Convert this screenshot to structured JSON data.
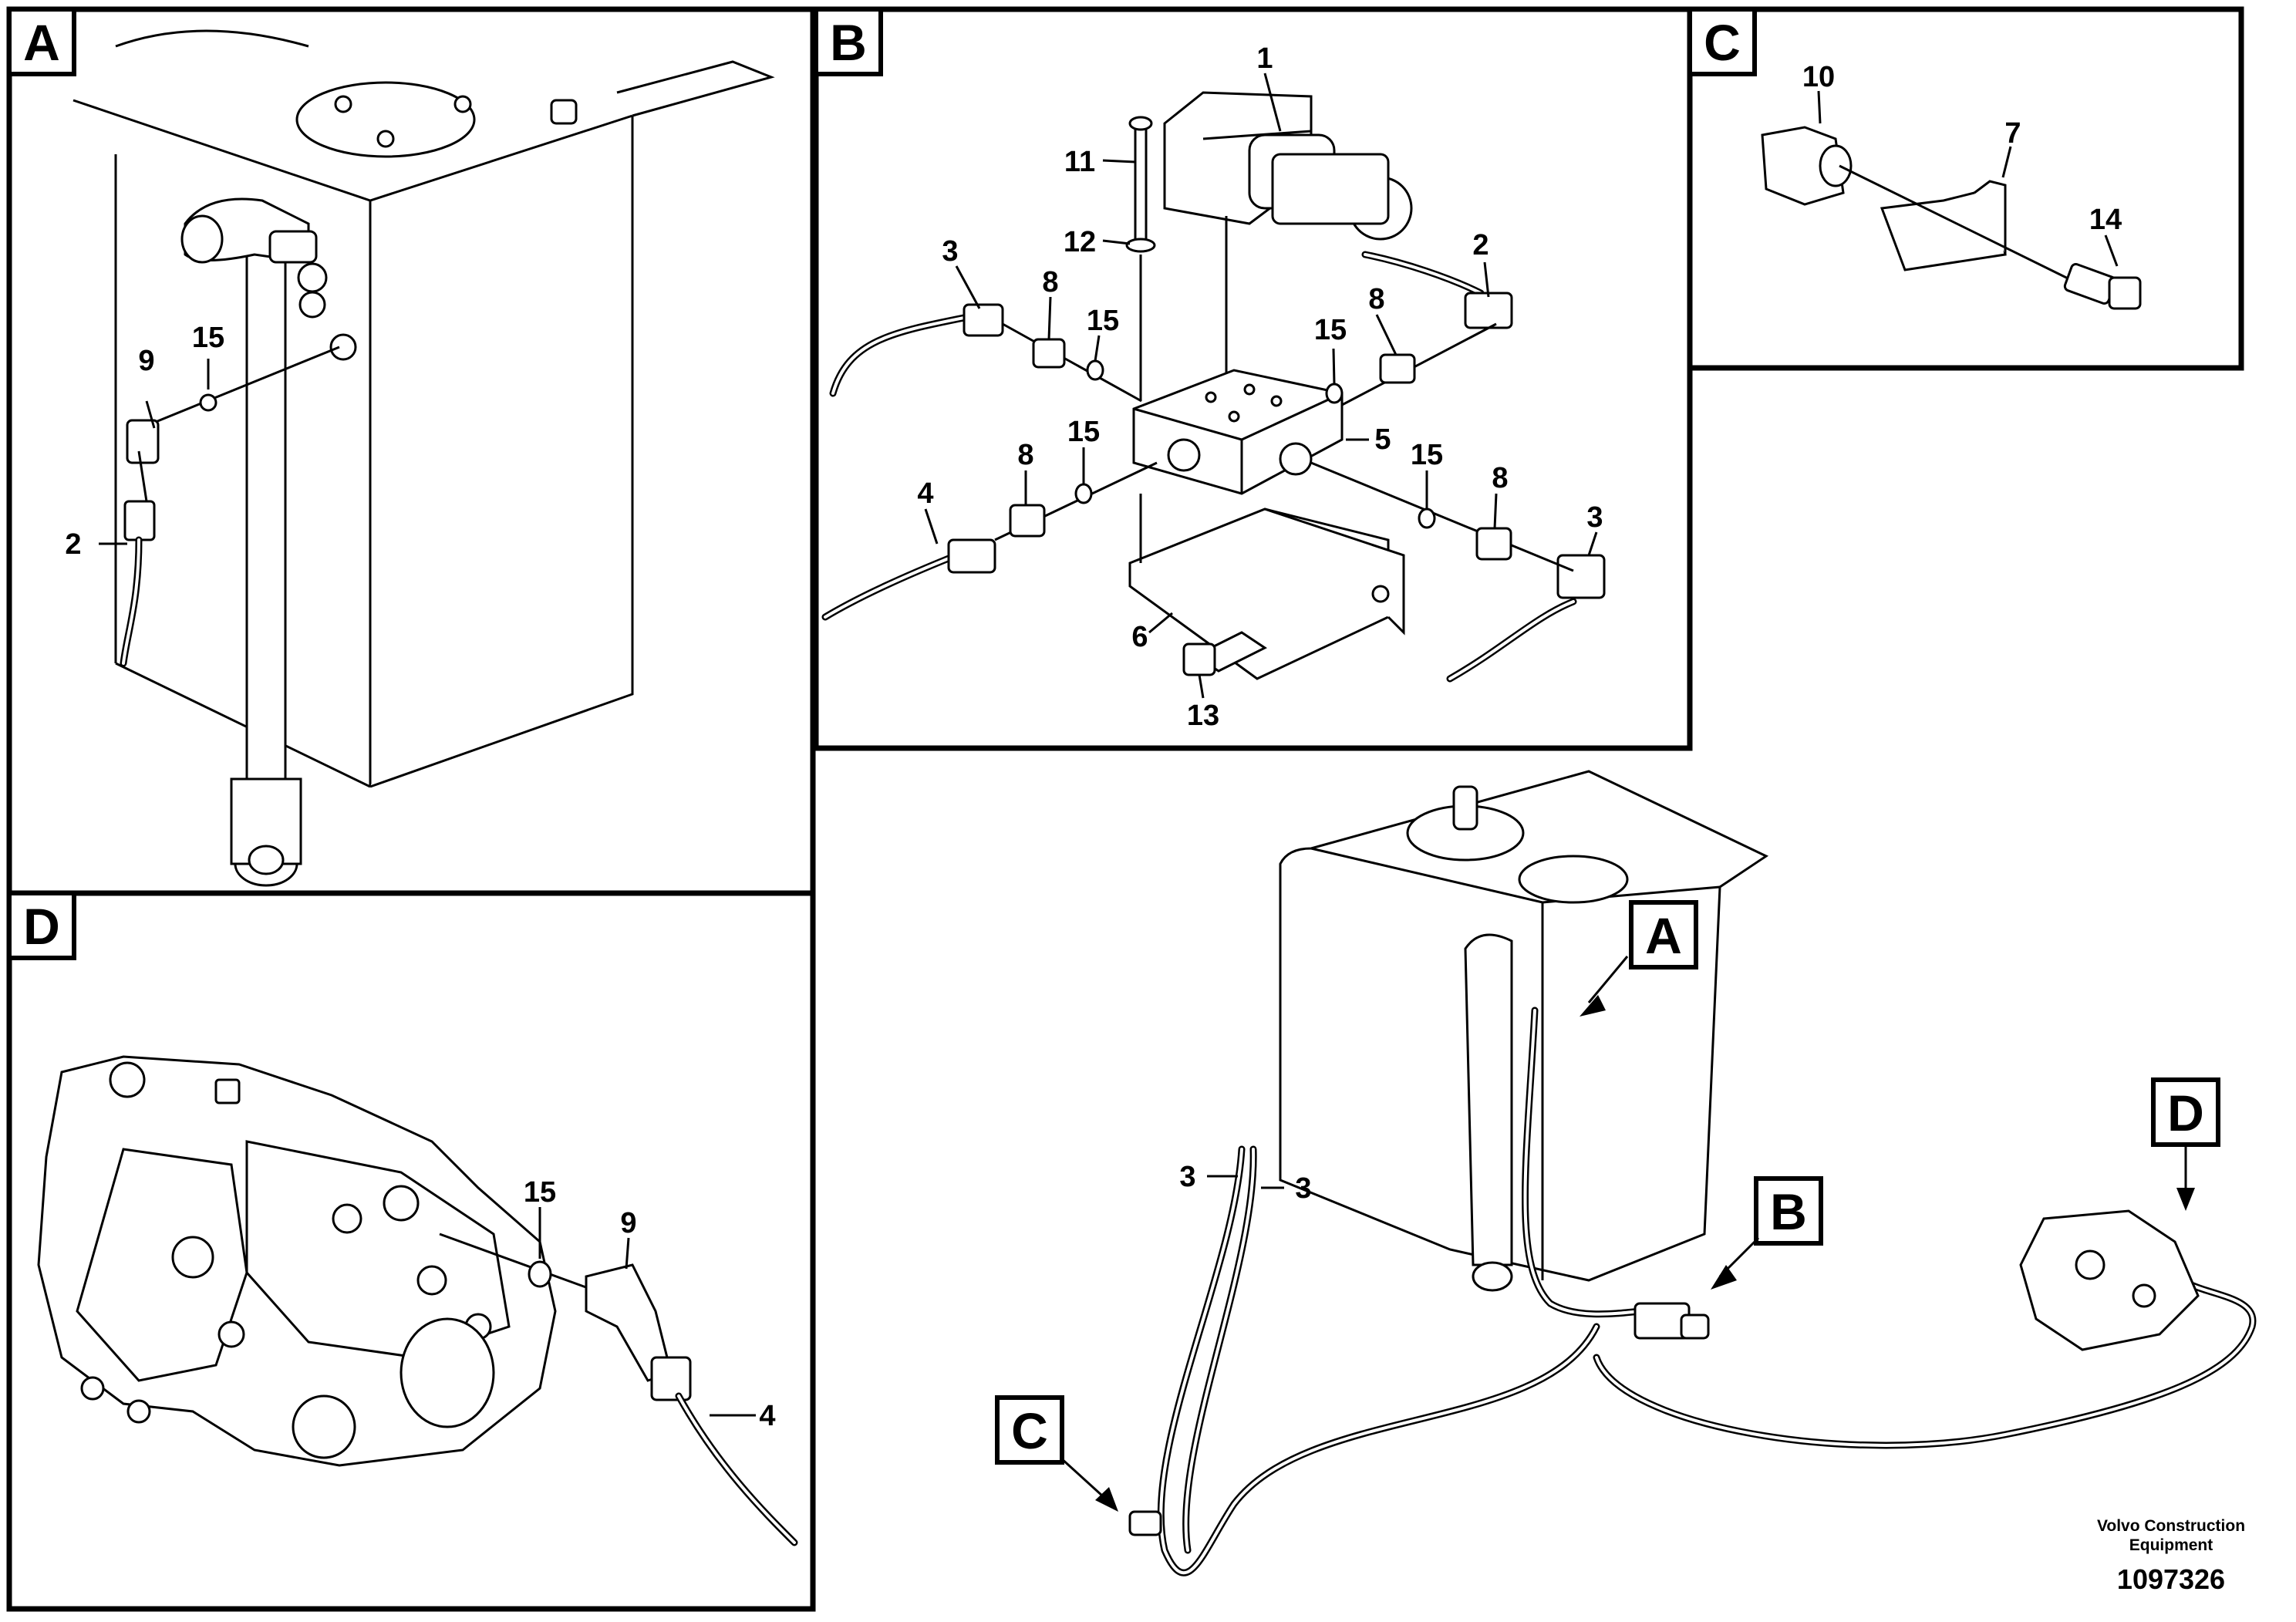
{
  "panels": {
    "A": {
      "label": "A",
      "callouts": {
        "c9": "9",
        "c15": "15",
        "c2": "2"
      }
    },
    "B": {
      "label": "B",
      "callouts": {
        "c1": "1",
        "c11": "11",
        "c12": "12",
        "c2": "2",
        "c3a": "3",
        "c8a": "8",
        "c15a": "15",
        "c15b": "15",
        "c8b": "8",
        "c5": "5",
        "c4": "4",
        "c8c": "8",
        "c15c": "15",
        "c15d": "15",
        "c8d": "8",
        "c3b": "3",
        "c6": "6",
        "c13": "13"
      }
    },
    "C": {
      "label": "C",
      "callouts": {
        "c10": "10",
        "c7": "7",
        "c14": "14"
      }
    },
    "D": {
      "label": "D",
      "callouts": {
        "c15": "15",
        "c9": "9",
        "c4": "4"
      }
    }
  },
  "overview": {
    "tags": {
      "A": "A",
      "B": "B",
      "C": "C",
      "D": "D"
    },
    "callouts": {
      "c3a": "3",
      "c3b": "3"
    }
  },
  "credit": {
    "line1": "Volvo Construction",
    "line2": "Equipment",
    "number": "1097326"
  },
  "colors": {
    "line": "#000000",
    "background": "#ffffff"
  }
}
